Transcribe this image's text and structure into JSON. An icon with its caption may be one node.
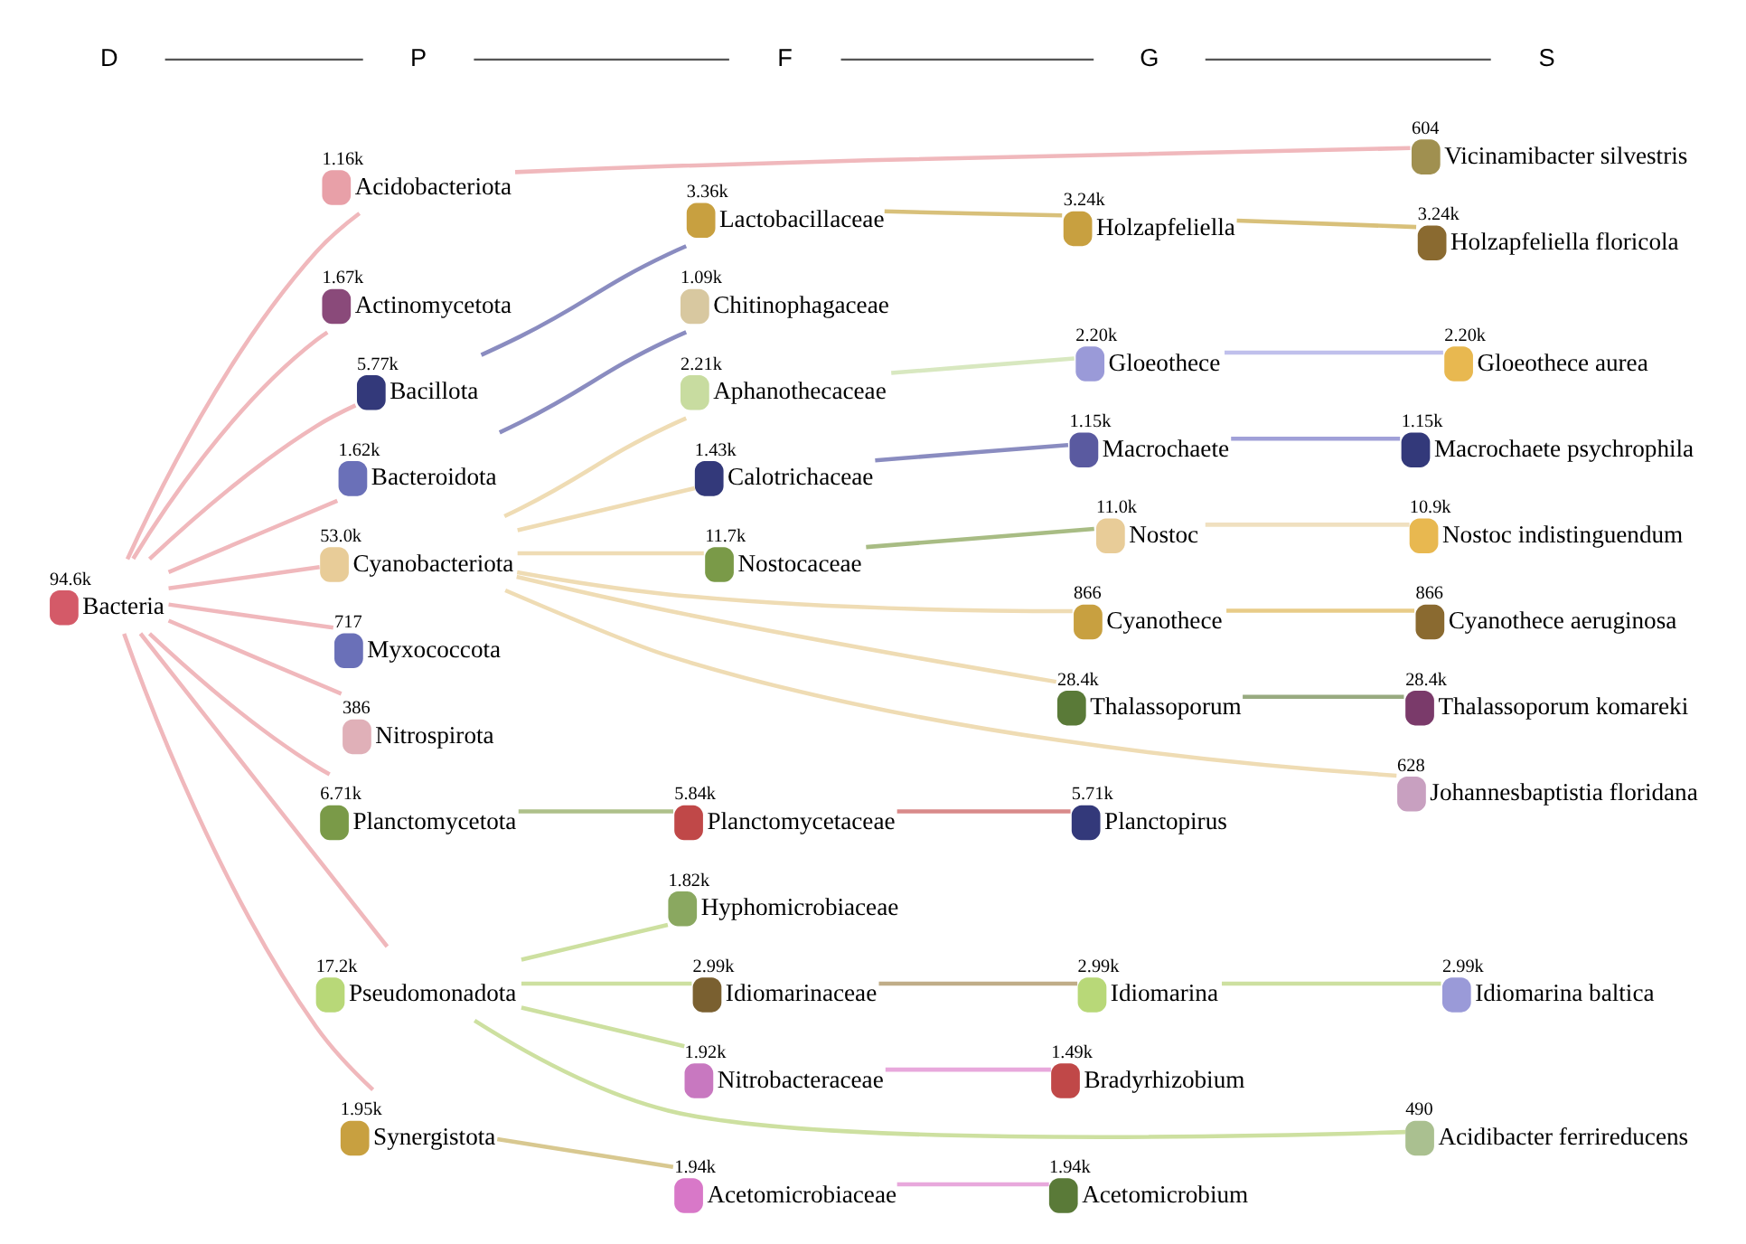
{
  "diagram": {
    "nodes": [
      {
        "text": [
          "Bacteria"
        ],
        "beside": [
          "94.6k"
        ]
      },
      {
        "text": [
          "Acidobacteriota"
        ],
        "beside": [
          "1.16k"
        ]
      },
      {
        "text": [
          "Actinomycetota"
        ],
        "beside": [
          "1.67k"
        ]
      },
      {
        "text": [
          "Bacillota"
        ],
        "beside": [
          "5.77k"
        ]
      },
      {
        "text": [
          "Bacteroidota"
        ],
        "beside": [
          "1.62k"
        ]
      },
      {
        "text": [
          "Cyanobacteriota"
        ],
        "beside": [
          "53.0k"
        ]
      },
      {
        "text": [
          "Myxococcota"
        ],
        "beside": [
          "717"
        ]
      },
      {
        "text": [
          "Nitrospirota"
        ],
        "beside": [
          "386"
        ]
      },
      {
        "text": [
          "Planctomycetota"
        ],
        "beside": [
          "6.71k"
        ]
      },
      {
        "text": [
          "Pseudomonadota"
        ],
        "beside": [
          "17.2k"
        ]
      },
      {
        "text": [
          "Synergistota"
        ],
        "beside": [
          "1.95k"
        ]
      },
      {
        "text": [
          "Lactobacillaceae"
        ],
        "beside": [
          "3.36k"
        ]
      },
      {
        "text": [
          "Chitinophagaceae"
        ],
        "beside": [
          "1.09k"
        ]
      },
      {
        "text": [
          "Aphanothecaceae"
        ],
        "beside": [
          "2.21k"
        ]
      },
      {
        "text": [
          "Calotrichaceae"
        ],
        "beside": [
          "1.43k"
        ]
      },
      {
        "text": [
          "Nostocaceae"
        ],
        "beside": [
          "11.7k"
        ]
      },
      {
        "text": [
          "Planctomycetaceae"
        ],
        "beside": [
          "5.84k"
        ]
      },
      {
        "text": [
          "Hyphomicrobiaceae"
        ],
        "beside": [
          "1.82k"
        ]
      },
      {
        "text": [
          "Idiomarinaceae"
        ],
        "beside": [
          "2.99k"
        ]
      },
      {
        "text": [
          "Nitrobacteraceae"
        ],
        "beside": [
          "1.92k"
        ]
      },
      {
        "text": [
          "Acetomicrobiaceae"
        ],
        "beside": [
          "1.94k"
        ]
      },
      {
        "text": [
          "Holzapfeliella"
        ],
        "beside": [
          "3.24k"
        ]
      },
      {
        "text": [
          "Gloeothece"
        ],
        "beside": [
          "2.20k"
        ]
      },
      {
        "text": [
          "Macrochaete"
        ],
        "beside": [
          "1.15k"
        ]
      },
      {
        "text": [
          "Cyanothece"
        ],
        "beside": [
          "866"
        ]
      },
      {
        "text": [
          "Nostoc"
        ],
        "beside": [
          "11.0k"
        ]
      },
      {
        "text": [
          "Thalassoporum"
        ],
        "beside": [
          "28.4k"
        ]
      },
      {
        "text": [
          "Planctopirus"
        ],
        "beside": [
          "5.71k"
        ]
      },
      {
        "text": [
          "Idiomarina"
        ],
        "beside": [
          "2.99k"
        ]
      },
      {
        "text": [
          "Bradyrhizobium"
        ],
        "beside": [
          "1.49k"
        ]
      },
      {
        "text": [
          "Acetomicrobium"
        ],
        "beside": [
          "1.94k"
        ]
      },
      {
        "text": [
          "Vicinamibacter silvestris"
        ],
        "beside": [
          "604"
        ]
      },
      {
        "text": [
          "Holzapfeliella floricola"
        ],
        "beside": [
          "3.24k"
        ]
      },
      {
        "text": [
          "Gloeothece aurea"
        ],
        "beside": [
          "2.20k"
        ]
      },
      {
        "text": [
          "Macrochaete psychrophila"
        ],
        "beside": [
          "1.15k"
        ]
      },
      {
        "text": [
          "Cyanothece aeruginosa"
        ],
        "beside": [
          "866"
        ]
      },
      {
        "text": [
          "Johannesbaptistia floridana"
        ],
        "beside": [
          "628"
        ]
      },
      {
        "text": [
          "Nostoc indistinguendum"
        ],
        "beside": [
          "10.9k"
        ]
      },
      {
        "text": [
          "Thalassoporum komareki"
        ],
        "beside": [
          "28.4k"
        ]
      },
      {
        "text": [
          "Acidibacter ferrireducens"
        ],
        "beside": [
          "490"
        ]
      },
      {
        "text": [
          "Idiomarina baltica"
        ],
        "beside": [
          "2.99k"
        ]
      }
    ],
    "edges": [
      {
        "from": 0,
        "to": 1,
        "arrow": "none"
      },
      {
        "from": 0,
        "to": 2,
        "arrow": "none"
      },
      {
        "from": 0,
        "to": 3,
        "arrow": "none"
      },
      {
        "from": 0,
        "to": 4,
        "arrow": "none"
      },
      {
        "from": 0,
        "to": 5,
        "arrow": "none"
      },
      {
        "from": 0,
        "to": 6,
        "arrow": "none"
      },
      {
        "from": 0,
        "to": 7,
        "arrow": "none"
      },
      {
        "from": 0,
        "to": 8,
        "arrow": "none"
      },
      {
        "from": 0,
        "to": 9,
        "arrow": "none"
      },
      {
        "from": 0,
        "to": 10,
        "arrow": "none"
      },
      {
        "from": 1,
        "to": 31,
        "arrow": "none"
      },
      {
        "from": 3,
        "to": 11,
        "arrow": "none",
        "color": "#8a8cc0"
      },
      {
        "from": 4,
        "to": 12,
        "arrow": "none",
        "color": "#8a8cc0"
      },
      {
        "from": 5,
        "to": 13,
        "arrow": "none",
        "color": "#efdcb4"
      },
      {
        "from": 5,
        "to": 14,
        "arrow": "none",
        "color": "#efdcb4"
      },
      {
        "from": 5,
        "to": 15,
        "arrow": "none",
        "color": "#efdcb4"
      },
      {
        "from": 5,
        "to": 24,
        "arrow": "none",
        "color": "#efdcb4"
      },
      {
        "from": 5,
        "to": 26,
        "arrow": "none",
        "color": "#efdcb4"
      },
      {
        "from": 5,
        "to": 36,
        "arrow": "none",
        "color": "#efdcb4"
      },
      {
        "from": 8,
        "to": 16,
        "arrow": "none",
        "color": "#aec08a"
      },
      {
        "from": 9,
        "to": 17,
        "arrow": "none",
        "color": "#cde0a0"
      },
      {
        "from": 9,
        "to": 18,
        "arrow": "none",
        "color": "#cde0a0"
      },
      {
        "from": 9,
        "to": 19,
        "arrow": "none",
        "color": "#cde0a0"
      },
      {
        "from": 9,
        "to": 39,
        "arrow": "none",
        "color": "#cde0a0"
      },
      {
        "from": 10,
        "to": 20,
        "arrow": "none",
        "color": "#d8c890"
      },
      {
        "from": 11,
        "to": 21,
        "arrow": "none",
        "color": "#d8c07a"
      },
      {
        "from": 13,
        "to": 22,
        "arrow": "none",
        "color": "#d8e8c0"
      },
      {
        "from": 14,
        "to": 23,
        "arrow": "none",
        "color": "#8a8cc0"
      },
      {
        "from": 15,
        "to": 25,
        "arrow": "none",
        "color": "#a8bc84"
      },
      {
        "from": 16,
        "to": 27,
        "arrow": "none",
        "color": "#d88a8a"
      },
      {
        "from": 18,
        "to": 28,
        "arrow": "none",
        "color": "#c0ad88"
      },
      {
        "from": 19,
        "to": 29,
        "arrow": "none",
        "color": "#e8a8dc"
      },
      {
        "from": 20,
        "to": 30,
        "arrow": "none",
        "color": "#e8a8dc"
      },
      {
        "from": 21,
        "to": 32,
        "arrow": "none",
        "color": "#d8c07a"
      },
      {
        "from": 22,
        "to": 33,
        "arrow": "none",
        "color": "#c0c0ec"
      },
      {
        "from": 23,
        "to": 34,
        "arrow": "none",
        "color": "#a0a0d8"
      },
      {
        "from": 24,
        "to": 35,
        "arrow": "none",
        "color": "#e8cc88"
      },
      {
        "from": 25,
        "to": 37,
        "arrow": "none",
        "color": "#f0e0c0"
      },
      {
        "from": 26,
        "to": 38,
        "arrow": "none",
        "color": "#98aa80"
      },
      {
        "from": 28,
        "to": 40,
        "arrow": "none",
        "color": "#cde0a0"
      }
    ],
    "labels": [
      "D",
      "P",
      "F",
      "G",
      "S"
    ]
  }
}
